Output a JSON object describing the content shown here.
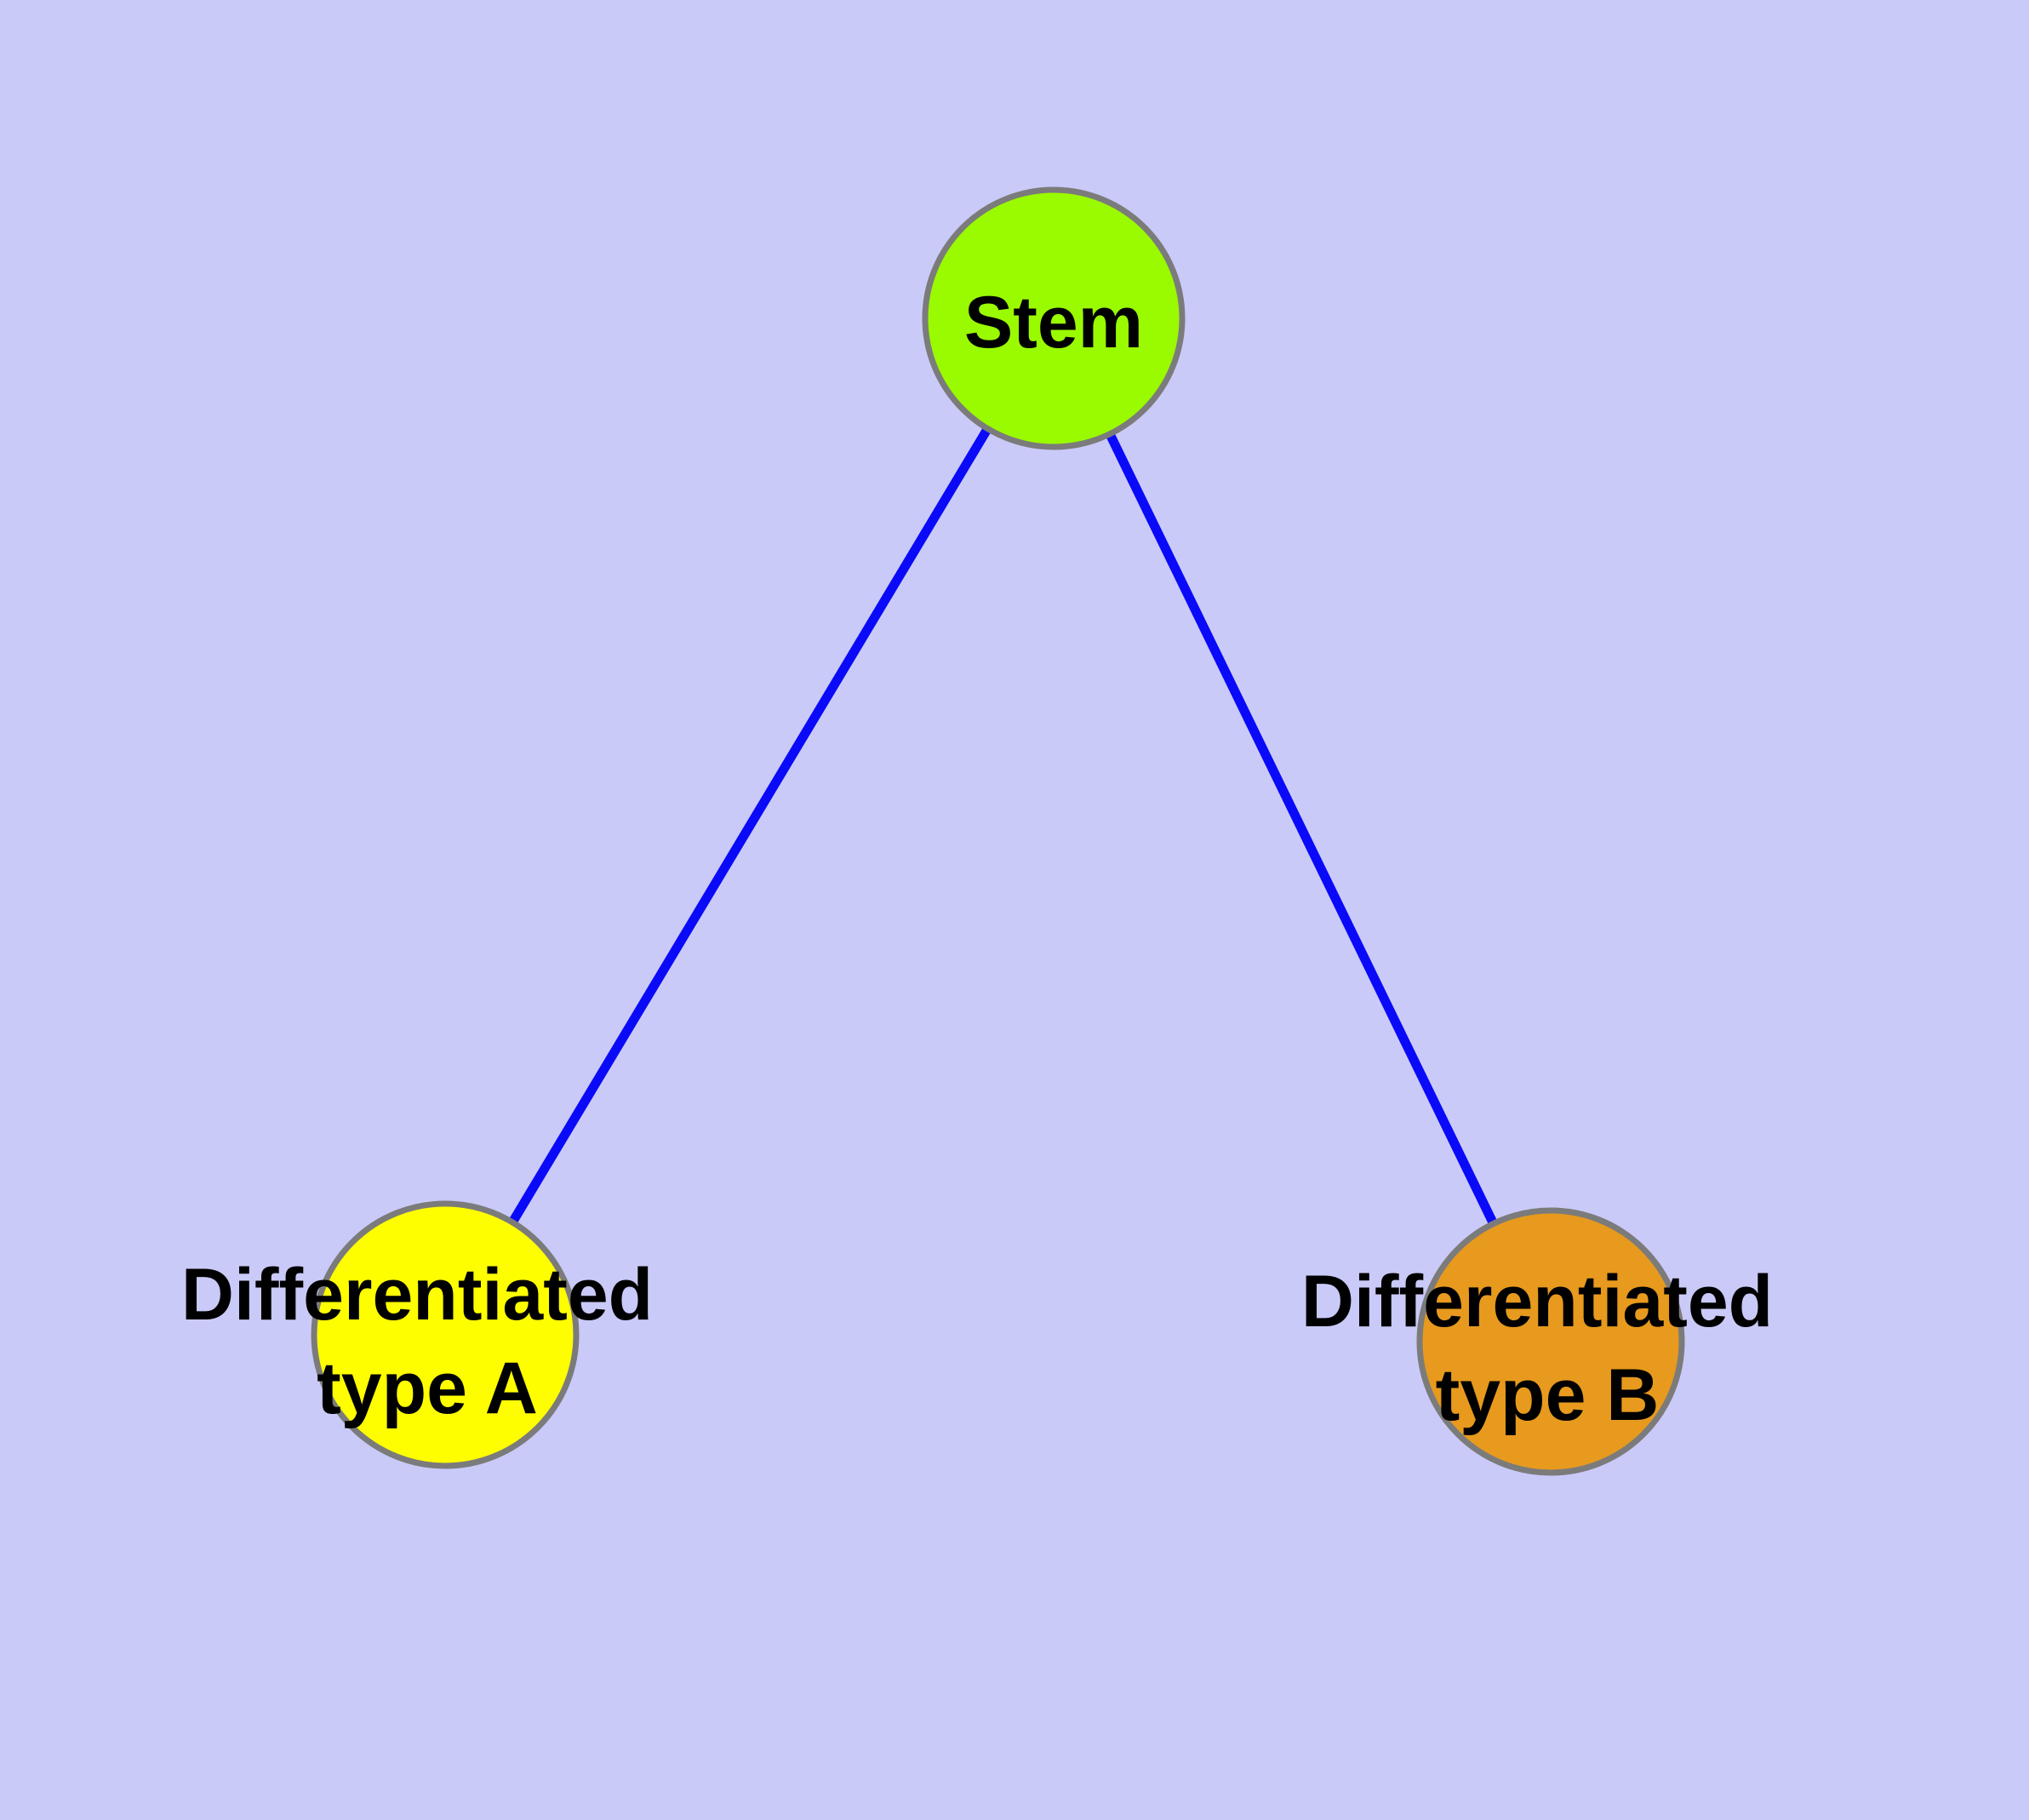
{
  "diagram": {
    "background_color": "#CACAF8",
    "edge_color": "#0A0AF8",
    "node_border_color": "#7B7B7B",
    "text_color": "#000000",
    "nodes": {
      "stem": {
        "label": "Stem",
        "color": "#9AFA00"
      },
      "type_a": {
        "label_line1": "Differentiated",
        "label_line2": "type A",
        "color": "#FEFE00"
      },
      "type_b": {
        "label_line1": "Differentiated",
        "label_line2": "type B",
        "color": "#E79A1D"
      }
    },
    "edges": [
      {
        "from": "Stem",
        "to": "Differentiated type A"
      },
      {
        "from": "Stem",
        "to": "Differentiated type B"
      }
    ]
  }
}
